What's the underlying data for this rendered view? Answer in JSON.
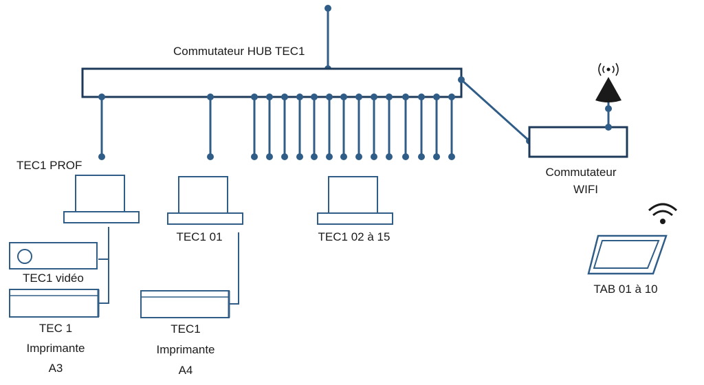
{
  "labels": {
    "hub": "Commutateur HUB TEC1",
    "wifi_line1": "Commutateur",
    "wifi_line2": "WIFI",
    "prof": "TEC1 PROF",
    "pc01": "TEC1 01",
    "pc02_15": "TEC1 02 à 15",
    "video": "TEC1 vidéo",
    "printer_a3_line1": "TEC 1",
    "printer_a3_line2": "Imprimante",
    "printer_a3_line3": "A3",
    "printer_a4_line1": "TEC1",
    "printer_a4_line2": "Imprimante",
    "printer_a4_line3": "A4",
    "tablets": "TAB 01 à 10"
  },
  "icons": [
    "access-point-icon",
    "wifi-signal-icon",
    "tablet-icon",
    "monitor-icon",
    "projector-icon",
    "printer-icon"
  ],
  "colors": {
    "line": "#2f5d87",
    "box_border": "#1e3a5a",
    "access_point": "#1a1a1a"
  }
}
